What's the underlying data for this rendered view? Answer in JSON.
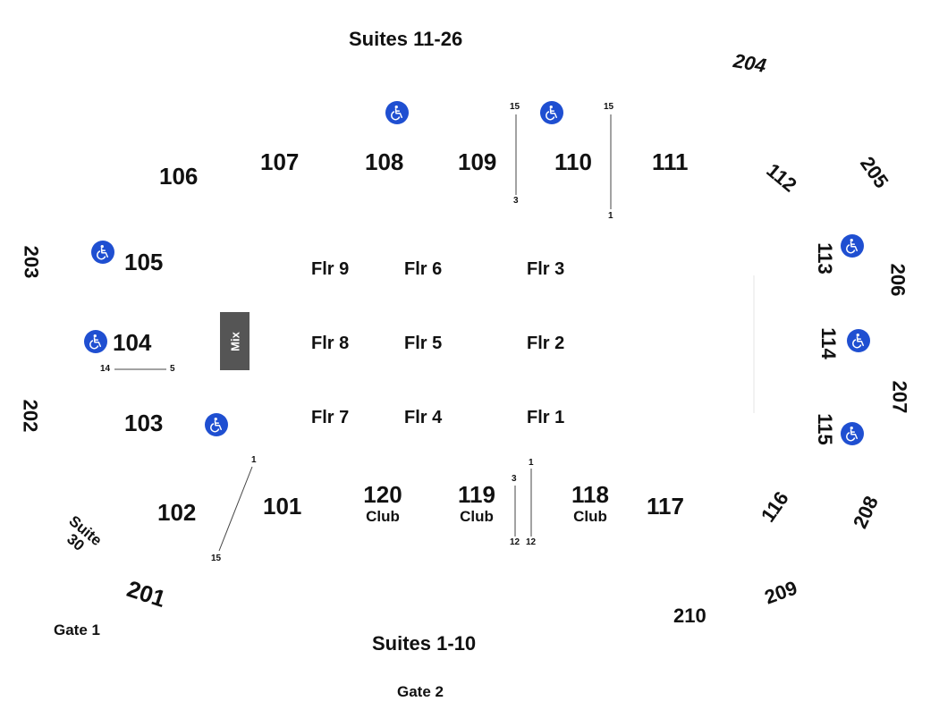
{
  "map": {
    "suites_top": "Suites 11-26",
    "suites_bottom": "Suites 1-10",
    "gate1": "Gate 1",
    "gate2": "Gate 2",
    "suite30_line1": "Suite",
    "suite30_line2": "30",
    "mix": "Mix",
    "club": "Club",
    "accessible_icon": "wheelchair-icon",
    "accent_color": "#1f4fd1",
    "mix_color": "#555555",
    "sections": {
      "s101": "101",
      "s102": "102",
      "s103": "103",
      "s104": "104",
      "s105": "105",
      "s106": "106",
      "s107": "107",
      "s108": "108",
      "s109": "109",
      "s110": "110",
      "s111": "111",
      "s112": "112",
      "s113": "113",
      "s114": "114",
      "s115": "115",
      "s116": "116",
      "s117": "117",
      "s118": "118",
      "s119": "119",
      "s120": "120",
      "s201": "201",
      "s202": "202",
      "s203": "203",
      "s204": "204",
      "s205": "205",
      "s206": "206",
      "s207": "207",
      "s208": "208",
      "s209": "209",
      "s210": "210"
    },
    "floor": {
      "f1": "Flr 1",
      "f2": "Flr 2",
      "f3": "Flr 3",
      "f4": "Flr 4",
      "f5": "Flr 5",
      "f6": "Flr 6",
      "f7": "Flr 7",
      "f8": "Flr 8",
      "f9": "Flr 9"
    },
    "rows": {
      "r109_top": "15",
      "r109_bottom": "3",
      "r110_top": "15",
      "r110_bottom": "1",
      "r104_left": "14",
      "r104_right": "5",
      "r101_top": "1",
      "r101_bottom": "15",
      "r119_top": "3",
      "r119_bottom": "12",
      "r118_top": "1",
      "r118_bottom": "12"
    }
  }
}
